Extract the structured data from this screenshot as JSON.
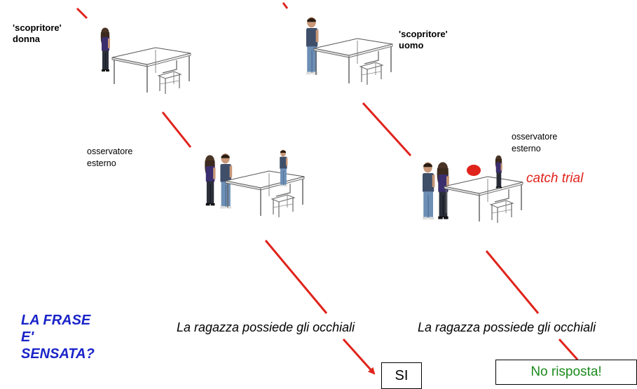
{
  "labels": {
    "scopritore_donna_1": "'scopritore'",
    "scopritore_donna_2": "donna",
    "scopritore_uomo_1": "'scopritore'",
    "scopritore_uomo_2": "uomo",
    "observer_left_1": "osservatore",
    "observer_left_2": "esterno",
    "observer_right_1": "osservatore",
    "observer_right_2": "esterno",
    "catch_trial": "catch trial"
  },
  "question": {
    "line1": "LA FRASE",
    "line2": "E'",
    "line3": "SENSATA?"
  },
  "sentences": {
    "left": "La ragazza possiede gli occhiali",
    "right": "La ragazza possiede gli occhiali"
  },
  "responses": {
    "left": "SI",
    "right": "No risposta!"
  },
  "colors": {
    "arrow": "#e0231b",
    "question": "#1a24c8",
    "catch": "#e0231b",
    "no_response": "#1c8a1c"
  }
}
